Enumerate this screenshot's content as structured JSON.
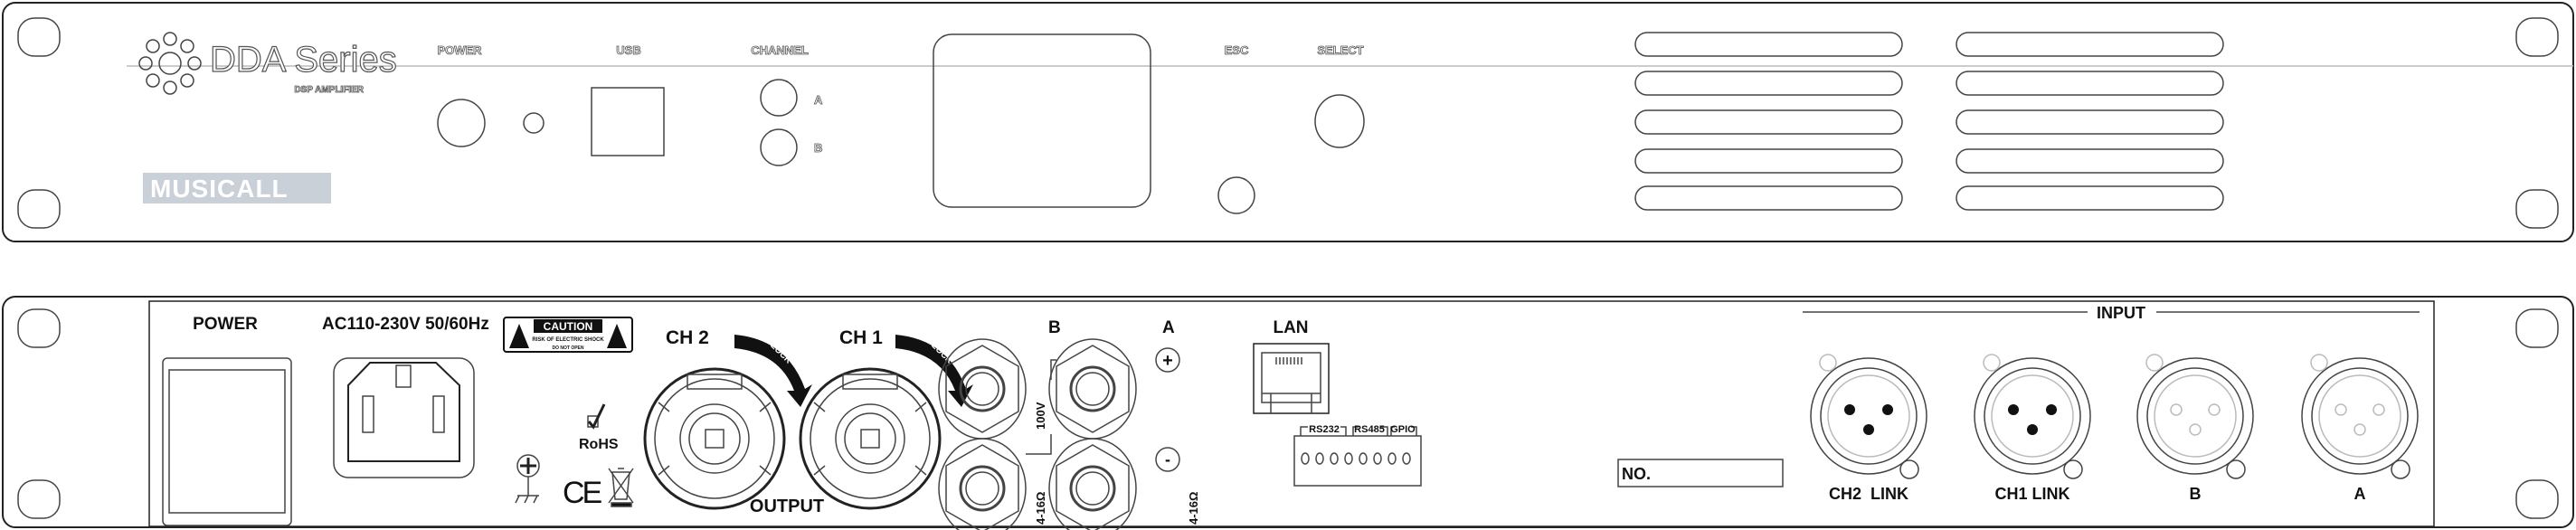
{
  "front_panel": {
    "brand_series": "DDA Series",
    "subtitle": "DSP AMPLIFIER",
    "logo_text": "MUSICALL",
    "labels": {
      "power": "POWER",
      "usb": "USB",
      "channel": "CHANNEL",
      "channel_a": "A",
      "channel_b": "B",
      "esc": "ESC",
      "select": "SELECT"
    }
  },
  "rear_panel": {
    "power_label": "POWER",
    "ac_label": "AC110-230V 50/60Hz",
    "caution": {
      "title": "CAUTION",
      "line1": "RISK OF ELECTRIC SHOCK",
      "line2": "DO NOT OPEN"
    },
    "rohs": "RoHS",
    "ce": "CE",
    "output": {
      "label": "OUTPUT",
      "ch2": "CH 2",
      "ch1": "CH 1",
      "lock": "LOCK",
      "post_b": "B",
      "post_a": "A",
      "plus": "+",
      "minus": "-",
      "v100": "100V",
      "imp_b": "4-16Ω",
      "imp_a": "4-16Ω"
    },
    "lan": "LAN",
    "terminal": {
      "rs232": "RS232",
      "rs485": "RS485",
      "gpio": "GPIO"
    },
    "serial_no_label": "NO.",
    "input": {
      "label": "INPUT",
      "connectors": [
        "CH2  LINK",
        "CH1 LINK",
        "B",
        "A"
      ]
    }
  }
}
